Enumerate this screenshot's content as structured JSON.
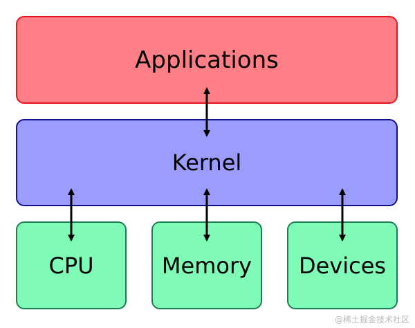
{
  "layers": {
    "applications": "Applications",
    "kernel": "Kernel",
    "cpu": "CPU",
    "memory": "Memory",
    "devices": "Devices"
  },
  "colors": {
    "applications_fill": "#ff7f86",
    "applications_border": "#e8141c",
    "kernel_fill": "#9a9cff",
    "kernel_border": "#10108a",
    "hardware_fill": "#7ffbb7",
    "hardware_border": "#1e7c54"
  },
  "watermark": "@稀土掘金技术社区"
}
